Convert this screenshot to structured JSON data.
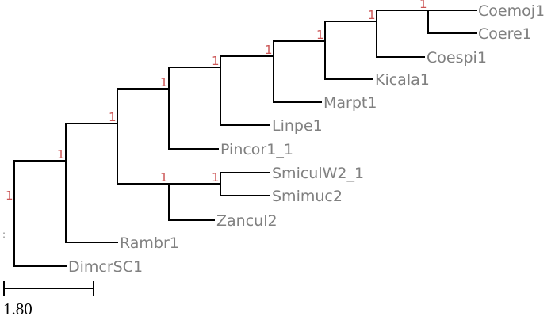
{
  "tree": {
    "support_color": "#cc5555",
    "leaf_color": "#808080",
    "branch_color": "#000000",
    "root_dots": ":",
    "nodes": [
      {
        "id": "root",
        "parent": null,
        "support": "1"
      },
      {
        "id": "n1",
        "parent": "root",
        "support": "1"
      },
      {
        "id": "DimcrSC1",
        "parent": "root",
        "label": "DimcrSC1"
      },
      {
        "id": "n2",
        "parent": "n1",
        "support": "1"
      },
      {
        "id": "Rambr1",
        "parent": "n1",
        "label": "Rambr1"
      },
      {
        "id": "n3",
        "parent": "n2",
        "support": "1"
      },
      {
        "id": "n9",
        "parent": "n2",
        "support": "1"
      },
      {
        "id": "n4",
        "parent": "n3",
        "support": "1"
      },
      {
        "id": "Pincor1_1",
        "parent": "n3",
        "label": "Pincor1_1"
      },
      {
        "id": "n5",
        "parent": "n4",
        "support": "1"
      },
      {
        "id": "Linpe1",
        "parent": "n4",
        "label": "Linpe1"
      },
      {
        "id": "n6",
        "parent": "n5",
        "support": "1"
      },
      {
        "id": "Marpt1",
        "parent": "n5",
        "label": "Marpt1"
      },
      {
        "id": "n7",
        "parent": "n6",
        "support": "1"
      },
      {
        "id": "Kicala1",
        "parent": "n6",
        "label": "Kicala1"
      },
      {
        "id": "n8",
        "parent": "n7",
        "support": "1"
      },
      {
        "id": "Coespi1",
        "parent": "n7",
        "label": "Coespi1"
      },
      {
        "id": "Coemoj1",
        "parent": "n8",
        "label": "Coemoj1"
      },
      {
        "id": "Coere1",
        "parent": "n8",
        "label": "Coere1"
      },
      {
        "id": "n10",
        "parent": "n9",
        "support": "1"
      },
      {
        "id": "Zancul2",
        "parent": "n9",
        "label": "Zancul2"
      },
      {
        "id": "SmiculW2_1",
        "parent": "n10",
        "label": "SmiculW2_1"
      },
      {
        "id": "Smimuc2",
        "parent": "n10",
        "label": "Smimuc2"
      }
    ]
  },
  "scale_bar": {
    "label": "1.80"
  }
}
